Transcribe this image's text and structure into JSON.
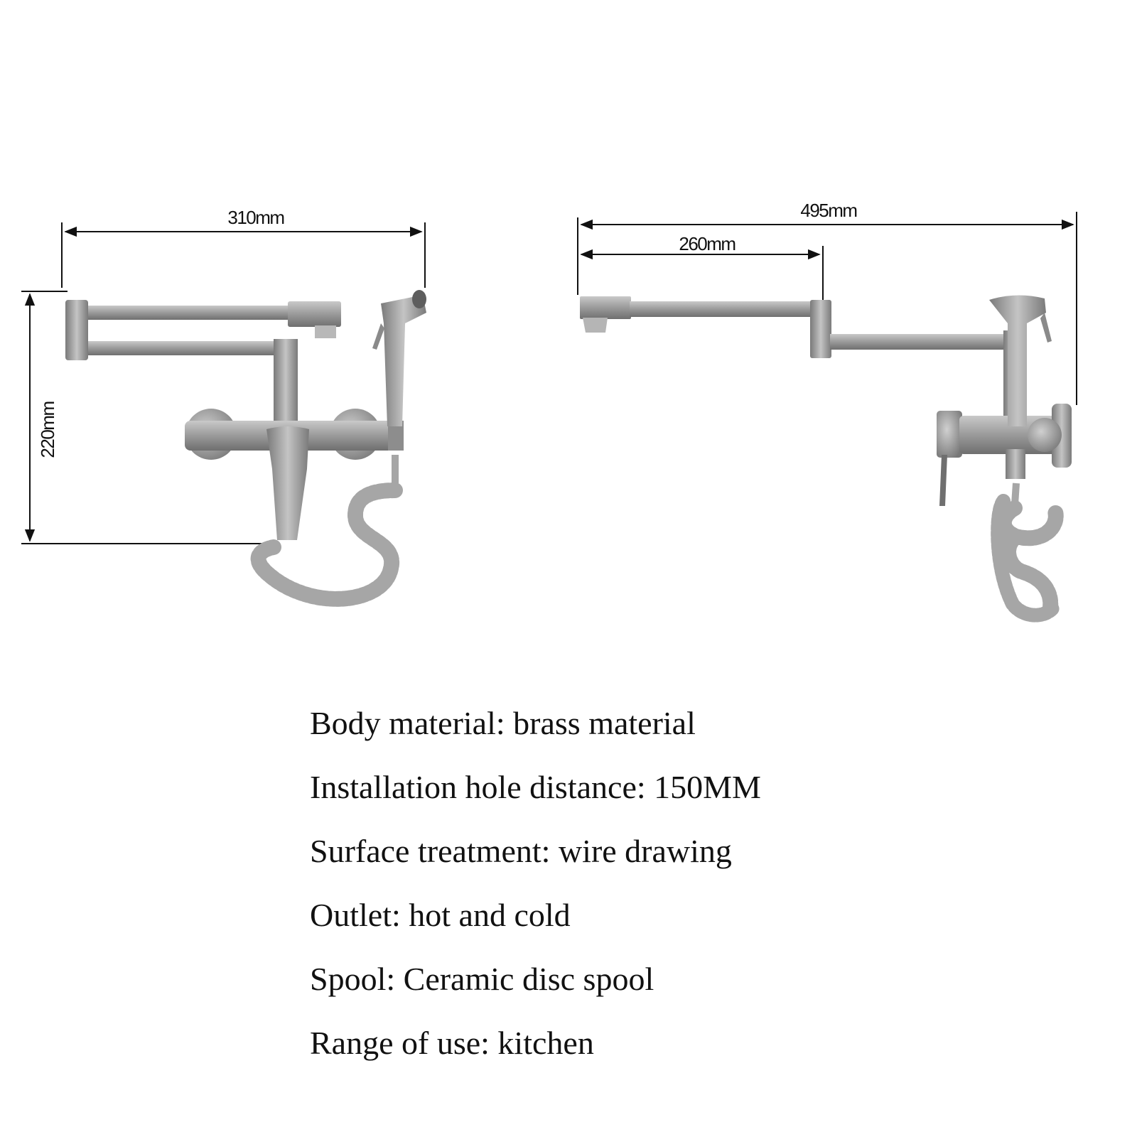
{
  "front_view": {
    "width_label": "310mm",
    "height_label": "220mm"
  },
  "side_view": {
    "total_label": "495mm",
    "reach_label": "260mm"
  },
  "specs": [
    "Body material: brass material",
    "Installation hole distance: 150MM",
    "Surface treatment: wire drawing",
    "Outlet: hot and cold",
    "Spool: Ceramic disc spool",
    "Range of use: kitchen"
  ],
  "colors": {
    "metal": "#9a9a9a",
    "metal_dark": "#6f6f6f",
    "hose": "#a6a6a6",
    "ink": "#111111"
  }
}
